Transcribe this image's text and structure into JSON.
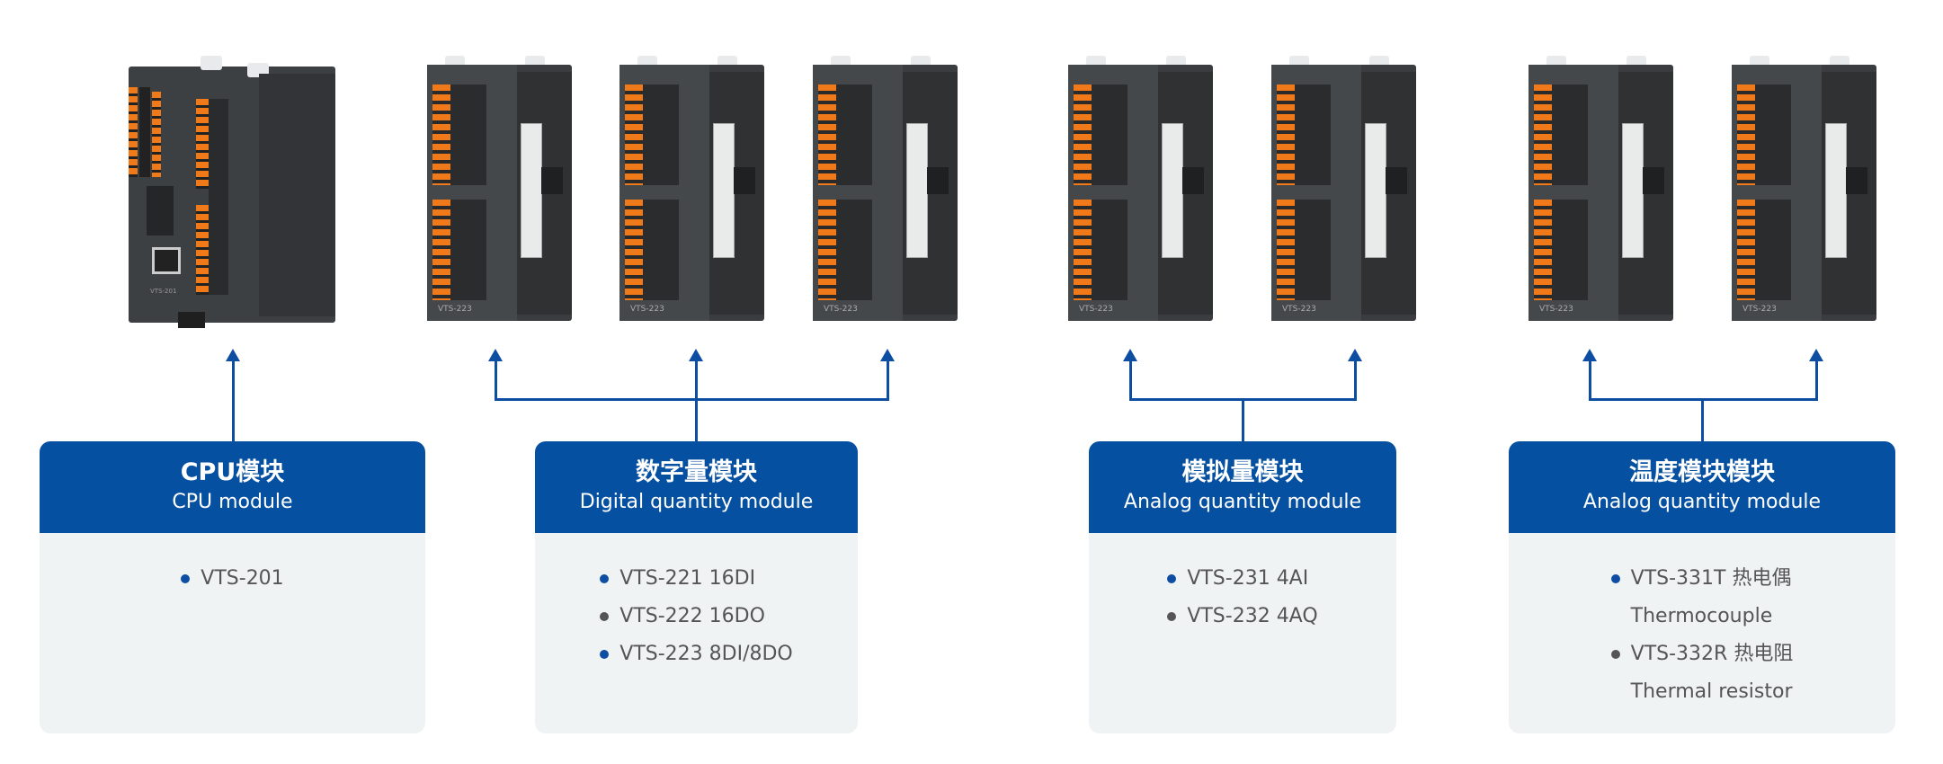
{
  "colors": {
    "accent": "#0650a1",
    "dot_blue": "#0d4ea3",
    "dot_gray": "#555555"
  },
  "devices": {
    "cpu_label": "VTS-201",
    "modules": [
      "VTS-223",
      "VTS-223",
      "VTS-223",
      "VTS-223",
      "VTS-223",
      "VTS-223",
      "VTS-223"
    ]
  },
  "cards": [
    {
      "title": "CPU模块",
      "subtitle": "CPU module",
      "items": [
        {
          "text": "VTS-201",
          "dot": "blue"
        }
      ]
    },
    {
      "title": "数字量模块",
      "subtitle": "Digital quantity module",
      "items": [
        {
          "text": "VTS-221 16DI",
          "dot": "blue"
        },
        {
          "text": "VTS-222 16DO",
          "dot": "gray"
        },
        {
          "text": "VTS-223 8DI/8DO",
          "dot": "blue"
        }
      ]
    },
    {
      "title": "模拟量模块",
      "subtitle": "Analog quantity module",
      "items": [
        {
          "text": "VTS-231 4AI",
          "dot": "blue"
        },
        {
          "text": "VTS-232 4AQ",
          "dot": "gray"
        }
      ]
    },
    {
      "title": "温度模块模块",
      "subtitle": "Analog quantity module",
      "items": [
        {
          "text": "VTS-331T 热电偶",
          "sub": "Thermocouple",
          "dot": "blue"
        },
        {
          "text": "VTS-332R 热电阻",
          "sub": "Thermal resistor",
          "dot": "gray"
        }
      ]
    }
  ]
}
